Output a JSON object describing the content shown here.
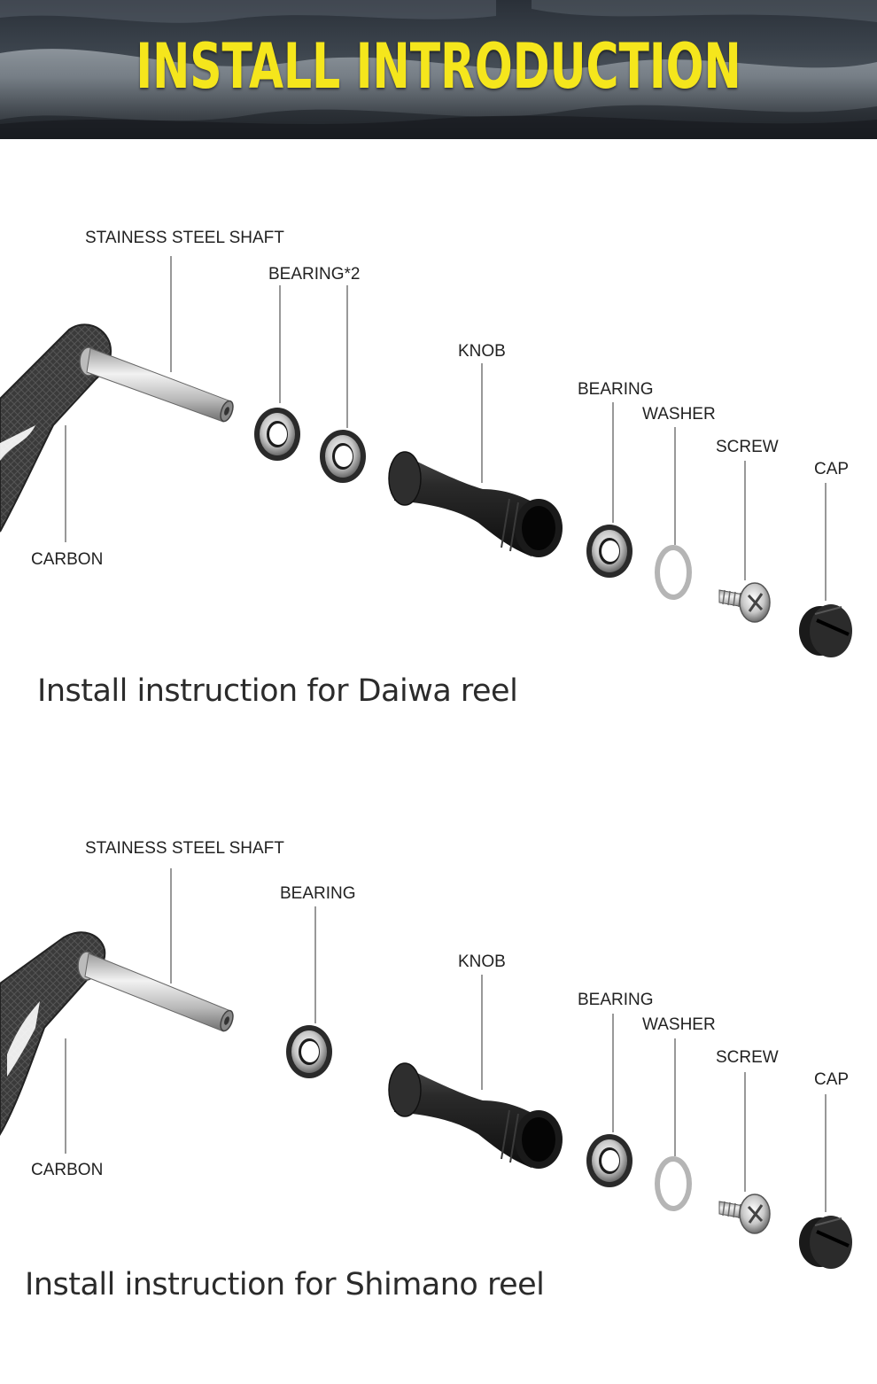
{
  "banner": {
    "title": "INSTALL INTRODUCTION"
  },
  "daiwa": {
    "caption": "Install instruction for Daiwa reel",
    "labels": {
      "shaft": "STAINESS STEEL SHAFT",
      "bearing_pair": "BEARING*2",
      "knob": "KNOB",
      "bearing": "BEARING",
      "washer": "WASHER",
      "screw": "SCREW",
      "cap": "CAP",
      "carbon": "CARBON"
    }
  },
  "shimano": {
    "caption": "Install instruction for Shimano reel",
    "labels": {
      "shaft": "STAINESS STEEL SHAFT",
      "bearing_single": "BEARING",
      "knob": "KNOB",
      "bearing": "BEARING",
      "washer": "WASHER",
      "screw": "SCREW",
      "cap": "CAP",
      "carbon": "CARBON"
    }
  }
}
